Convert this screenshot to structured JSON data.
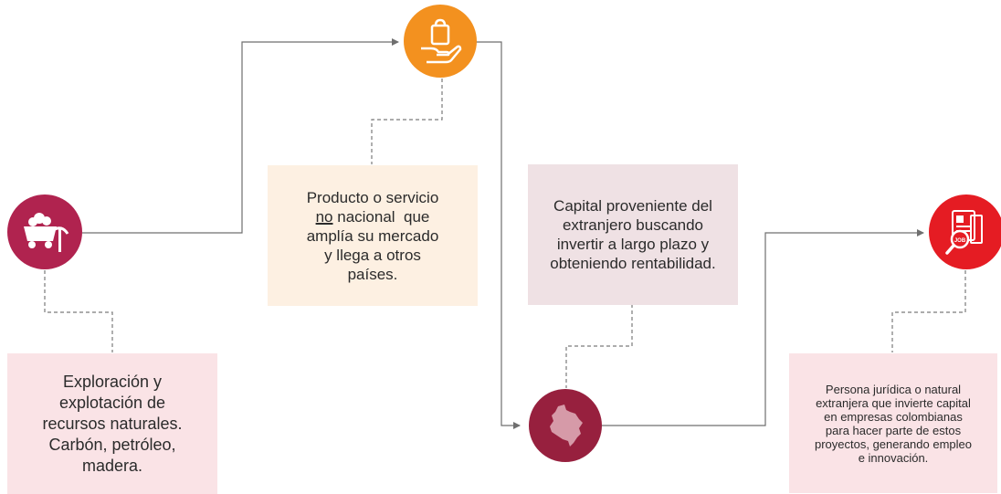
{
  "colors": {
    "magenta": "#b0234f",
    "orange": "#f3911f",
    "maroon": "#97203e",
    "red": "#e51c23",
    "box_pink": "#fae3e6",
    "box_peach": "#fdf0e2",
    "box_mauve": "#efe1e4",
    "line": "#6f6f6f"
  },
  "nodes": [
    {
      "id": "mining",
      "icon": "mining-cart-icon"
    },
    {
      "id": "product",
      "icon": "hand-bag-icon"
    },
    {
      "id": "colombia",
      "icon": "colombia-map-icon"
    },
    {
      "id": "investor",
      "icon": "job-search-icon"
    }
  ],
  "boxes": {
    "exploracion": "Exploración y explotación de recursos naturales. Carbón, petróleo, madera.",
    "producto": {
      "line1": "Producto o servicio",
      "line2_underlined": "no",
      "line2_rest": " nacional  que",
      "line3": "amplía su mercado",
      "line4": "y llega a otros",
      "line5": "países."
    },
    "capital": "Capital proveniente del extranjero buscando invertir a largo plazo y obteniendo rentabilidad.",
    "persona": "Persona jurídica o natural  extranjera que invierte capital en empresas colombianas para hacer parte de estos proyectos, generando empleo e innovación."
  }
}
